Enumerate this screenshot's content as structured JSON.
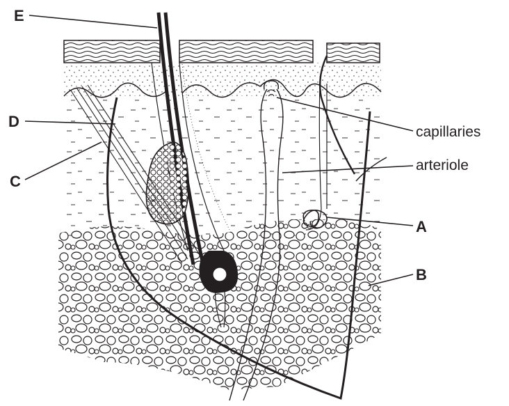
{
  "labels": {
    "e": "E",
    "d": "D",
    "c": "C",
    "a": "A",
    "b": "B",
    "capillaries": "capillaries",
    "arteriole": "arteriole"
  }
}
